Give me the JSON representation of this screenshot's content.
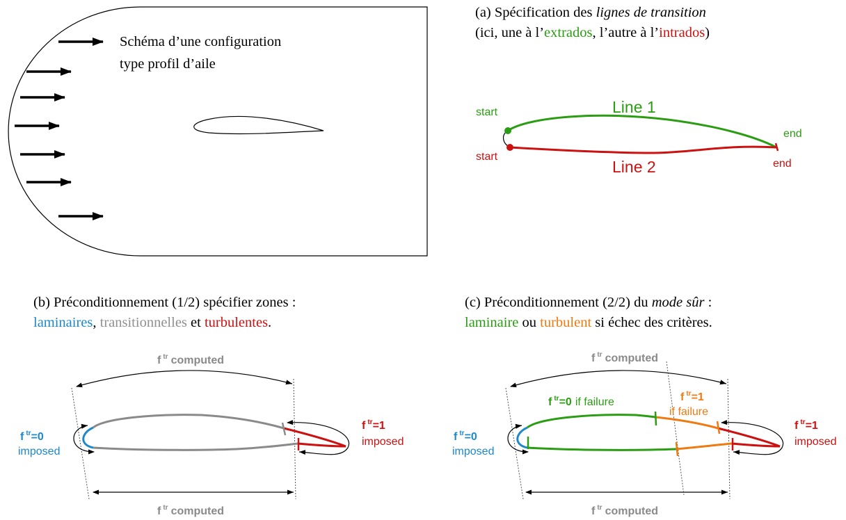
{
  "panel_a": {
    "box_caption_line1": "Schéma d’une configuration",
    "box_caption_line2": "type profil d’aile",
    "title_line1_prefix": "(a) Spécification des ",
    "title_line1_em": "lignes de transition",
    "title_line2_a": "(ici, une à l’",
    "title_line2_extrados": "extrados",
    "title_line2_b": ", l’autre à l’",
    "title_line2_intrados": "intrados",
    "title_line2_c": ")",
    "line1_label": "Line 1",
    "line2_label": "Line 2",
    "start_label": "start",
    "end_label": "end",
    "colors": {
      "line1": "#2a9d12",
      "line2": "#cc1111"
    }
  },
  "panel_b": {
    "title_line1": "(b) Préconditionnement (1/2) spécifier zones :",
    "title_laminaires": "laminaires",
    "title_sep": ", ",
    "title_transitionnelles": "transitionnelles",
    "title_et": " et ",
    "title_turbulentes": "turbulentes",
    "title_end": ".",
    "f_symbol": "f",
    "tr_sup": "tr",
    "computed": "computed",
    "eq0": "=0",
    "eq1": "=1",
    "imposed": "imposed",
    "colors": {
      "laminar": "#1e88c8",
      "transitional": "#909090",
      "turbulent": "#cc1111"
    }
  },
  "panel_c": {
    "title_line1_prefix": "(c) Préconditionnement (2/2) du ",
    "title_line1_em": "mode sûr",
    "title_line1_suffix": " :",
    "title_laminaire": "laminaire",
    "title_ou": " ou ",
    "title_turbulent": "turbulent",
    "title_rest": " si échec des critères.",
    "if_failure": "if failure",
    "colors": {
      "laminar": "#2a9d12",
      "turbulent": "#f07a12",
      "imposed_turbulent": "#cc1111",
      "imposed_laminar": "#1e88c8"
    }
  }
}
